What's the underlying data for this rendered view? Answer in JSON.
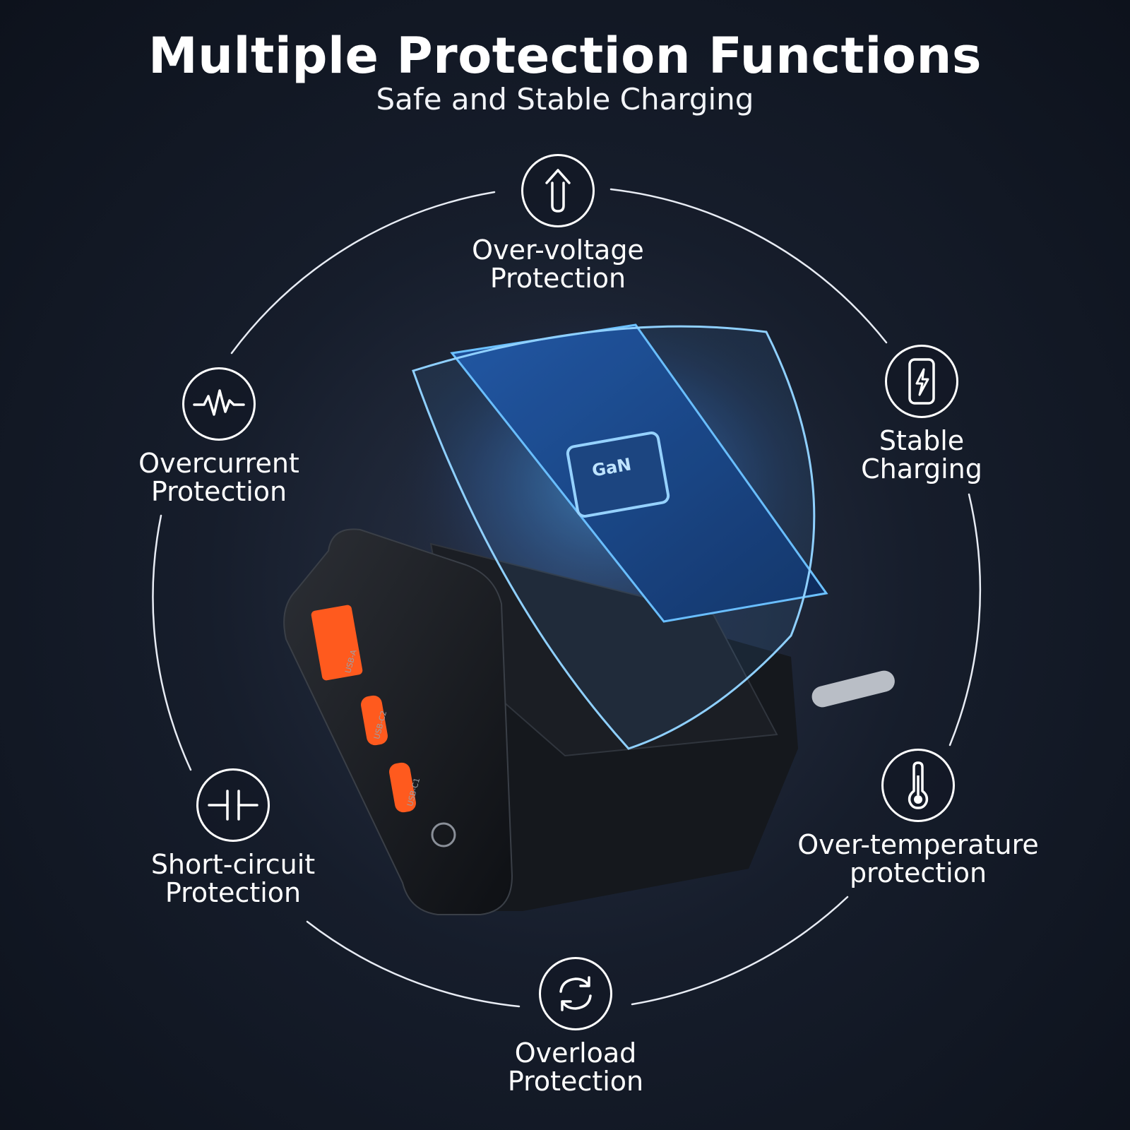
{
  "header": {
    "title": "Multiple Protection Functions",
    "subtitle": "Safe and Stable Charging"
  },
  "product": {
    "chip_label": "GaN",
    "port_labels": [
      "USB-A",
      "USB-C2",
      "USB-C1"
    ]
  },
  "features": [
    {
      "icon": "upload-arrow-icon",
      "line1": "Over-voltage",
      "line2": "Protection"
    },
    {
      "icon": "phone-bolt-icon",
      "line1": "Stable",
      "line2": "Charging"
    },
    {
      "icon": "thermometer-icon",
      "line1": "Over-temperature",
      "line2": "protection"
    },
    {
      "icon": "sync-arrows-icon",
      "line1": "Overload",
      "line2": "Protection"
    },
    {
      "icon": "capacitor-icon",
      "line1": "Short-circuit",
      "line2": "Protection"
    },
    {
      "icon": "pulse-wave-icon",
      "line1": "Overcurrent",
      "line2": "Protection"
    }
  ],
  "colors": {
    "accent_blue": "#3fa8ff",
    "port_orange": "#ff5a1e",
    "background": "#141a26"
  }
}
